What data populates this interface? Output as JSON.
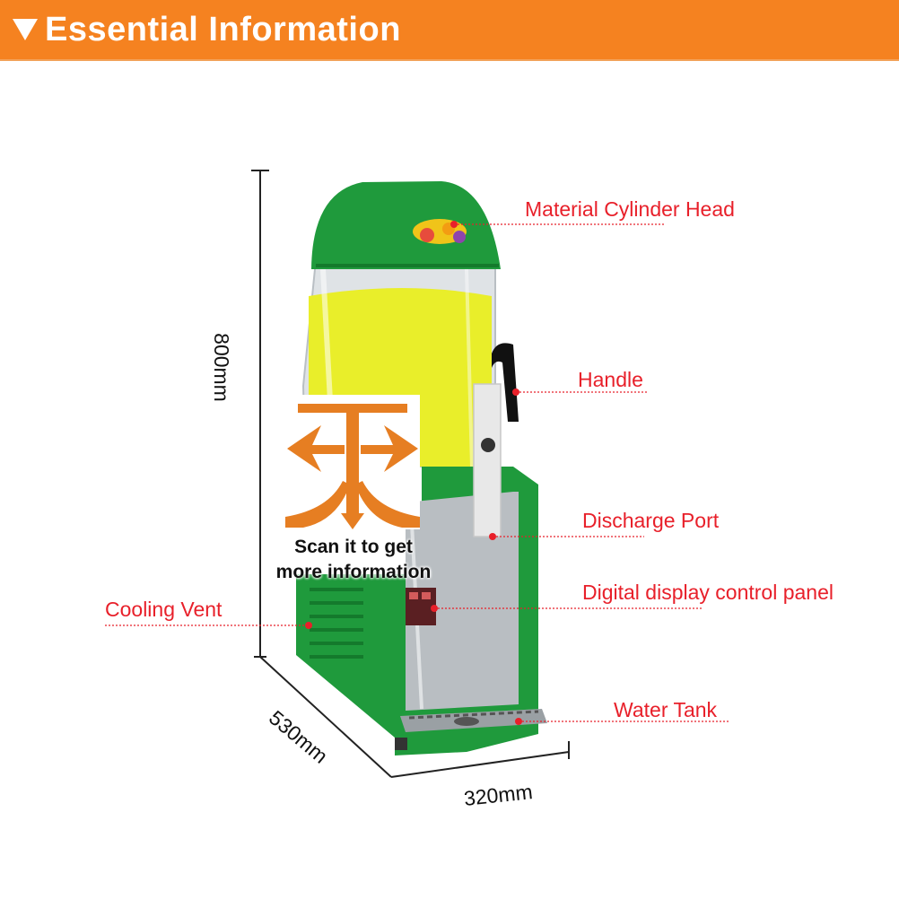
{
  "header": {
    "title": "Essential Information"
  },
  "dimensions": {
    "height": "800mm",
    "depth": "530mm",
    "width": "320mm"
  },
  "labels": {
    "material_cylinder_head": "Material Cylinder Head",
    "handle": "Handle",
    "discharge_port": "Discharge Port",
    "digital_display": "Digital display control panel",
    "cooling_vent": "Cooling Vent",
    "water_tank": "Water Tank"
  },
  "qr": {
    "line1": "Scan it to get",
    "line2": "more information"
  },
  "colors": {
    "header": "#f58220",
    "label_red": "#e8202a",
    "machine_green": "#1f9a3c",
    "logo_orange": "#e67e22"
  }
}
